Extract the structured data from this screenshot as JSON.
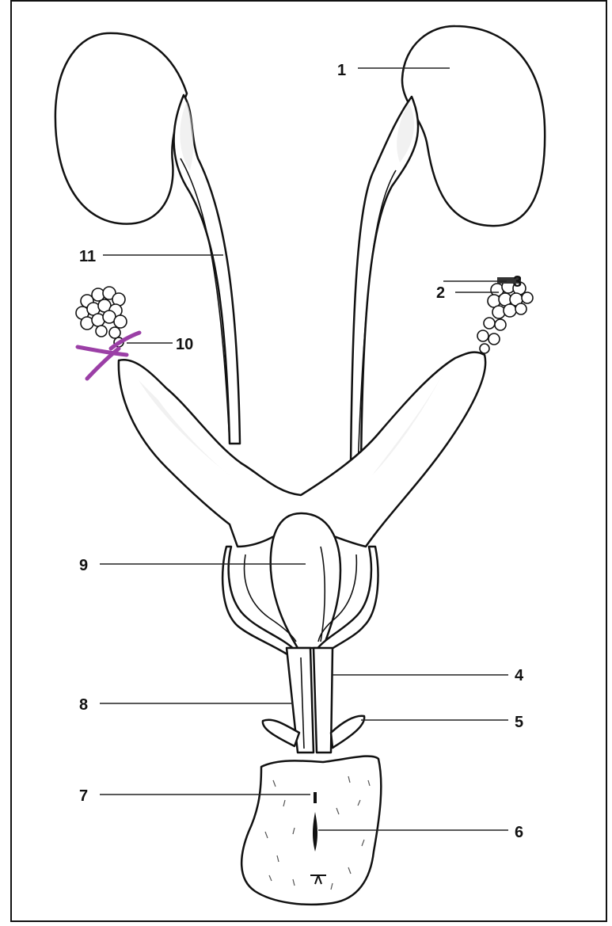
{
  "labels": {
    "l1": "1",
    "l2": "2",
    "l3": "3",
    "l4": "4",
    "l5": "5",
    "l6": "6",
    "l7": "7",
    "l8": "8",
    "l9": "9",
    "l10": "10",
    "l11": "11"
  },
  "colors": {
    "annotation_mark": "#9b3fa6"
  }
}
